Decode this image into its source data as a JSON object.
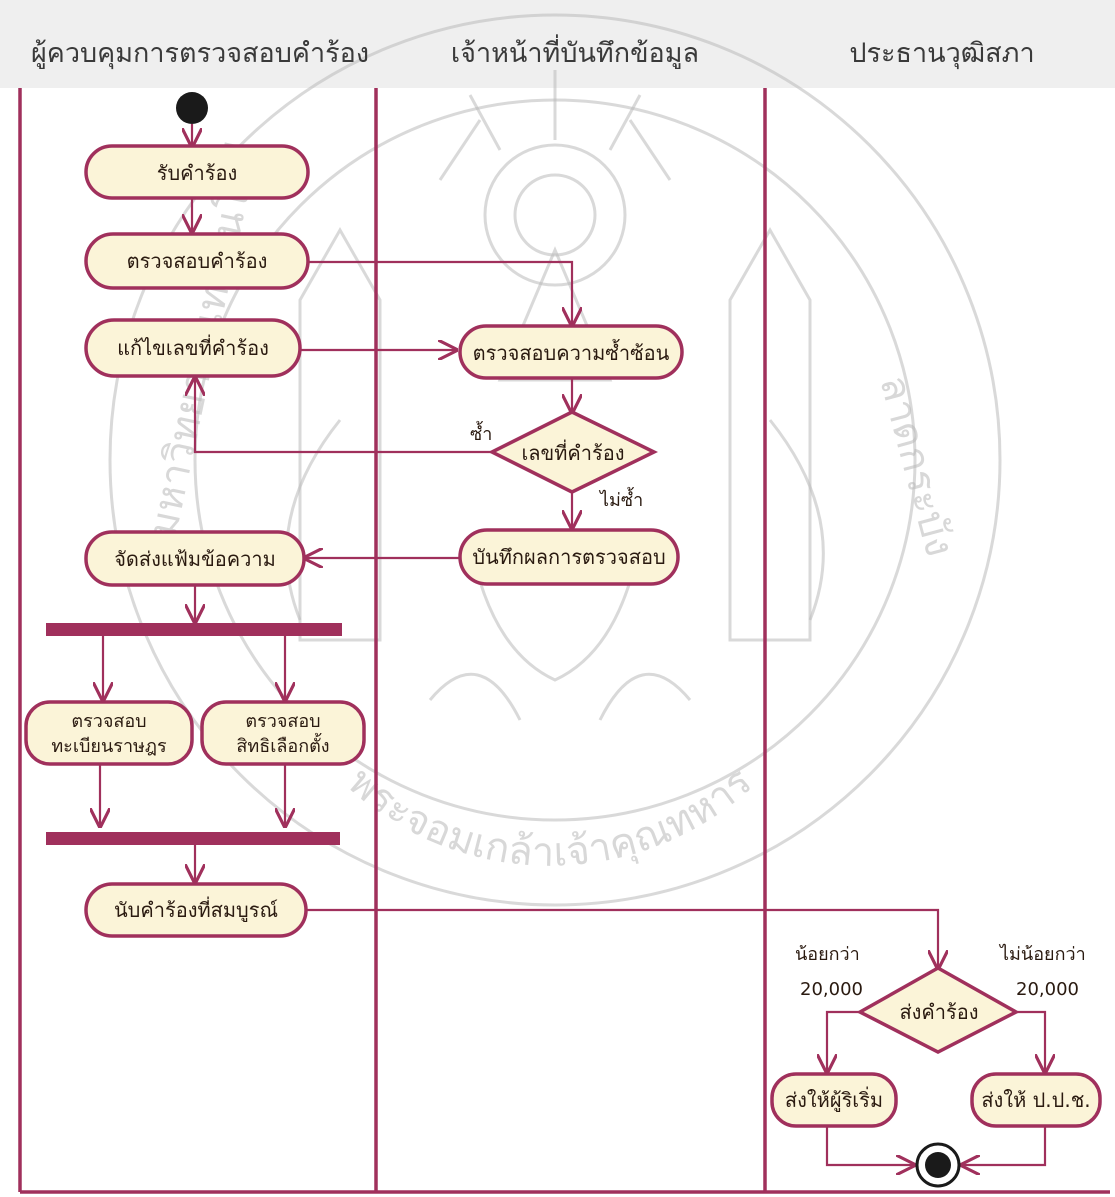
{
  "lanes": [
    {
      "title": "ผู้ควบคุมการตรวจสอบคำร้อง"
    },
    {
      "title": "เจ้าหน้าที่บันทึกข้อมูล"
    },
    {
      "title": "ประธานวุฒิสภา"
    }
  ],
  "nodes": {
    "receive": "รับคำร้อง",
    "check_petition": "ตรวจสอบคำร้อง",
    "fix_number": "แก้ไขเลขที่คำร้อง",
    "check_duplicate": "ตรวจสอบความซ้ำซ้อน",
    "petition_number_decision": "เลขที่คำร้อง",
    "record_result": "บันทึกผลการตรวจสอบ",
    "send_message_file": "จัดส่งแฟ้มข้อความ",
    "check_registry_1": "ตรวจสอบ",
    "check_registry_2": "ทะเบียนราษฎร",
    "check_rights_1": "ตรวจสอบ",
    "check_rights_2": "สิทธิเลือกตั้ง",
    "count_complete": "นับคำร้องที่สมบูรณ์",
    "send_decision": "ส่งคำร้อง",
    "send_initiator": "ส่งให้ผู้ริเริ่ม",
    "send_nacc": "ส่งให้ ป.ป.ช."
  },
  "guards": {
    "duplicate": "ซ้ำ",
    "not_duplicate": "ไม่ซ้ำ",
    "less_than": "น้อยกว่า",
    "less_than_value": "20,000",
    "not_less_than": "ไม่น้อยกว่า",
    "not_less_than_value": "20,000"
  },
  "watermark": {
    "arc_text": "พระจอมเกล้าเจ้าคุณทหาร",
    "arc_text_left": "มหาวิทยาลัยเทคโนโลยี",
    "arc_text_right": "ลาดกระบัง"
  },
  "colors": {
    "accent": "#a0305c",
    "node_fill": "#fbf4d8",
    "header_bg": "#efefef"
  }
}
